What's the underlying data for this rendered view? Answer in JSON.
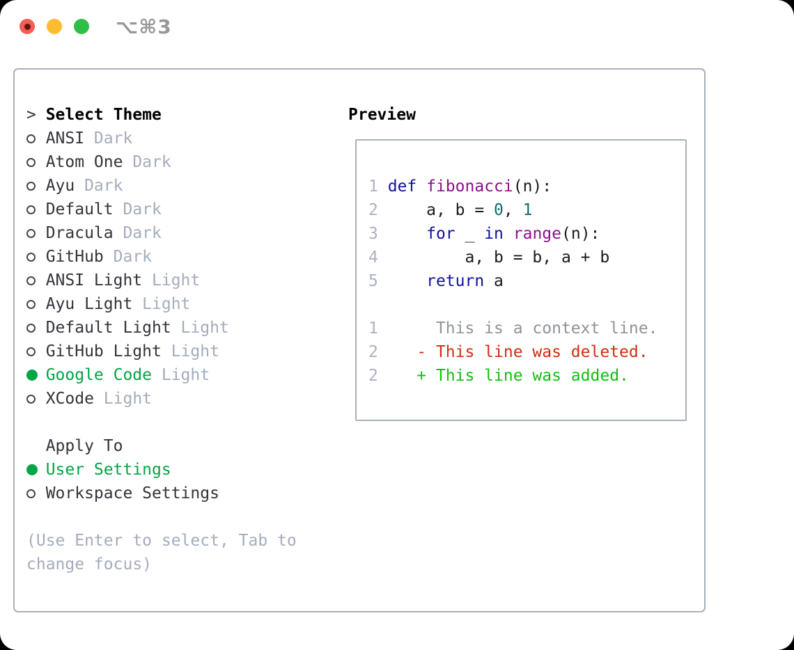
{
  "colors": {
    "page_bg": "#000000",
    "window_bg": "#ffffff",
    "border": "#a8b0bb",
    "text": "#33333a",
    "text_bold": "#000000",
    "muted": "#a4acbb",
    "accent_green": "#00a546",
    "shortcut": "#97979c",
    "traffic_red": "#f25d55",
    "traffic_red_dot": "#661212",
    "traffic_yellow": "#fbbc30",
    "traffic_green": "#2fbf47",
    "line_num": "#a9b2c3",
    "code_plain": "#1a1a1a",
    "code_kwd": "#11119a",
    "code_typ": "#8b0f8f",
    "code_lit": "#0d6e70",
    "diff_ctx": "#8f9398",
    "diff_del": "#cf2c12",
    "diff_add": "#10c010"
  },
  "titlebar": {
    "shortcut": "⌥⌘3",
    "traffic_lights": [
      "close",
      "minimize",
      "zoom"
    ]
  },
  "theme_list": {
    "header_caret": ">",
    "header": "Select Theme",
    "items": [
      {
        "name": "ANSI",
        "variant": "Dark",
        "selected": false
      },
      {
        "name": "Atom One",
        "variant": "Dark",
        "selected": false
      },
      {
        "name": "Ayu",
        "variant": "Dark",
        "selected": false
      },
      {
        "name": "Default",
        "variant": "Dark",
        "selected": false
      },
      {
        "name": "Dracula",
        "variant": "Dark",
        "selected": false
      },
      {
        "name": "GitHub",
        "variant": "Dark",
        "selected": false
      },
      {
        "name": "ANSI Light",
        "variant": "Light",
        "selected": false
      },
      {
        "name": "Ayu Light",
        "variant": "Light",
        "selected": false
      },
      {
        "name": "Default Light",
        "variant": "Light",
        "selected": false
      },
      {
        "name": "GitHub Light",
        "variant": "Light",
        "selected": false
      },
      {
        "name": "Google Code",
        "variant": "Light",
        "selected": true
      },
      {
        "name": "XCode",
        "variant": "Light",
        "selected": false
      }
    ]
  },
  "apply_to": {
    "header": "Apply To",
    "items": [
      {
        "name": "User Settings",
        "selected": true
      },
      {
        "name": "Workspace Settings",
        "selected": false
      }
    ]
  },
  "help": {
    "lines": [
      "(Use Enter to select, Tab to",
      "change focus)"
    ]
  },
  "preview": {
    "title": "Preview",
    "code_lines": [
      [
        [
          "num",
          "1 "
        ],
        [
          "kwd",
          "def"
        ],
        [
          "pln",
          " "
        ],
        [
          "typ",
          "fibonacci"
        ],
        [
          "pln",
          "(n):"
        ]
      ],
      [
        [
          "num",
          "2 "
        ],
        [
          "pln",
          "    a, b = "
        ],
        [
          "lit",
          "0"
        ],
        [
          "pln",
          ", "
        ],
        [
          "lit",
          "1"
        ]
      ],
      [
        [
          "num",
          "3 "
        ],
        [
          "pln",
          "    "
        ],
        [
          "kwd",
          "for"
        ],
        [
          "pln",
          " _ "
        ],
        [
          "kwd",
          "in"
        ],
        [
          "pln",
          " "
        ],
        [
          "typ",
          "range"
        ],
        [
          "pln",
          "(n):"
        ]
      ],
      [
        [
          "num",
          "4 "
        ],
        [
          "pln",
          "        a, b = b, a + b"
        ]
      ],
      [
        [
          "num",
          "5 "
        ],
        [
          "pln",
          "    "
        ],
        [
          "kwd",
          "return"
        ],
        [
          "pln",
          " a"
        ]
      ]
    ],
    "diff_lines": [
      [
        [
          "num",
          "1"
        ],
        [
          "ctx",
          "      This is a context line."
        ]
      ],
      [
        [
          "num",
          "2"
        ],
        [
          "del",
          "    - This line was deleted."
        ]
      ],
      [
        [
          "num",
          "2"
        ],
        [
          "add",
          "    + This line was added."
        ]
      ]
    ]
  }
}
